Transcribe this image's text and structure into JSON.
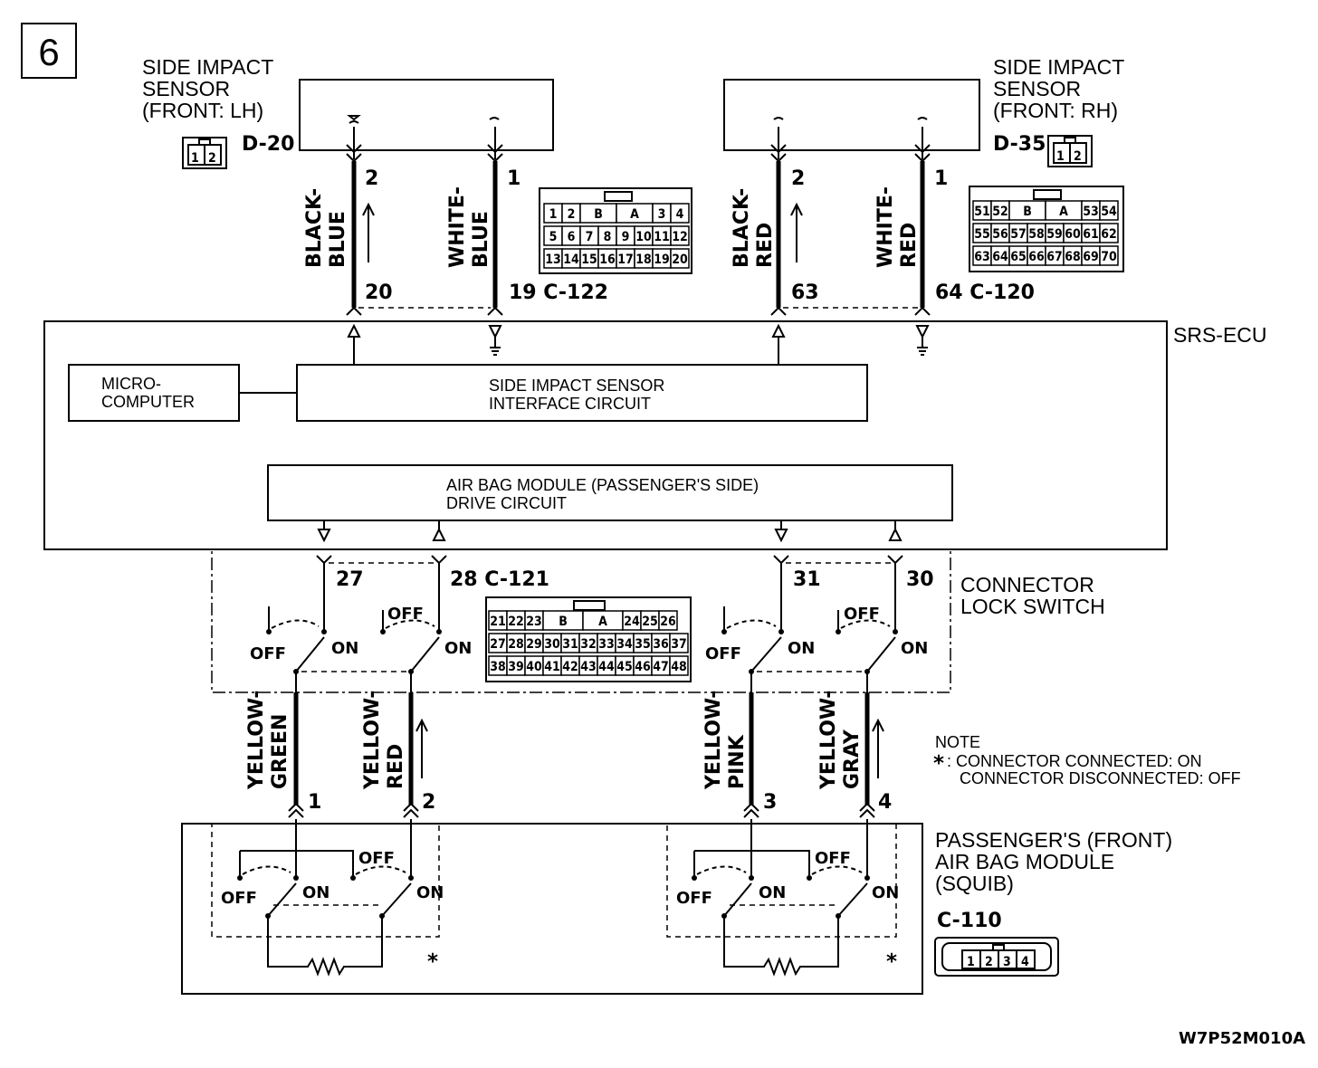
{
  "page_number": "6",
  "figure_id": "W7P52M010A",
  "sensors": {
    "lh": {
      "title": [
        "SIDE IMPACT",
        "SENSOR",
        "(FRONT: LH)"
      ],
      "connector": "D-20",
      "pins": [
        "1",
        "2"
      ]
    },
    "rh": {
      "title": [
        "SIDE IMPACT",
        "SENSOR",
        "(FRONT: RH)"
      ],
      "connector": "D-35",
      "pins": [
        "1",
        "2"
      ]
    }
  },
  "wires_top": [
    {
      "color1": "BLACK-",
      "color2": "BLUE",
      "pin_top": "2",
      "pin_bottom": "20"
    },
    {
      "color1": "WHITE-",
      "color2": "BLUE",
      "pin_top": "1",
      "pin_bottom": "19 C-122"
    },
    {
      "color1": "BLACK-",
      "color2": "RED",
      "pin_top": "2",
      "pin_bottom": "63"
    },
    {
      "color1": "WHITE-",
      "color2": "RED",
      "pin_top": "1",
      "pin_bottom": "64 C-120"
    }
  ],
  "conn_c122": {
    "row1": [
      "1",
      "2",
      "B",
      "A",
      "3",
      "4"
    ],
    "row2": [
      "5",
      "6",
      "7",
      "8",
      "9",
      "10",
      "11",
      "12"
    ],
    "row3": [
      "13",
      "14",
      "15",
      "16",
      "17",
      "18",
      "19",
      "20"
    ]
  },
  "conn_c120": {
    "row1": [
      "51",
      "52",
      "B",
      "A",
      "53",
      "54"
    ],
    "row2": [
      "55",
      "56",
      "57",
      "58",
      "59",
      "60",
      "61",
      "62"
    ],
    "row3": [
      "63",
      "64",
      "65",
      "66",
      "67",
      "68",
      "69",
      "70"
    ]
  },
  "conn_c121": {
    "row1": [
      "21",
      "22",
      "23",
      "B",
      "A",
      "24",
      "25",
      "26"
    ],
    "row2": [
      "27",
      "28",
      "29",
      "30",
      "31",
      "32",
      "33",
      "34",
      "35",
      "36",
      "37"
    ],
    "row3": [
      "38",
      "39",
      "40",
      "41",
      "42",
      "43",
      "44",
      "45",
      "46",
      "47",
      "48"
    ]
  },
  "ecu": {
    "label": "SRS-ECU",
    "micro": [
      "MICRO-",
      "COMPUTER"
    ],
    "interface": [
      "SIDE IMPACT SENSOR",
      "INTERFACE CIRCUIT"
    ],
    "drive": [
      "AIR BAG MODULE (PASSENGER'S SIDE)",
      "DRIVE CIRCUIT"
    ]
  },
  "lock_switch": {
    "label": [
      "CONNECTOR",
      "LOCK SWITCH"
    ],
    "pins": [
      "27",
      "28 C-121",
      "31",
      "30"
    ],
    "off": "OFF",
    "on": "ON"
  },
  "wires_bottom": [
    {
      "color1": "YELLOW-",
      "color2": "GREEN",
      "pin": "1"
    },
    {
      "color1": "YELLOW-",
      "color2": "RED",
      "pin": "2"
    },
    {
      "color1": "YELLOW-",
      "color2": "PINK",
      "pin": "3"
    },
    {
      "color1": "YELLOW-",
      "color2": "GRAY",
      "pin": "4"
    }
  ],
  "note": {
    "title": "NOTE",
    "line1": ": CONNECTOR CONNECTED: ON",
    "line2": "CONNECTOR DISCONNECTED: OFF",
    "star": "*"
  },
  "module": {
    "label": [
      "PASSENGER'S (FRONT)",
      "AIR BAG MODULE",
      "(SQUIB)"
    ],
    "connector": "C-110",
    "pins": [
      "1",
      "2",
      "3",
      "4"
    ]
  }
}
